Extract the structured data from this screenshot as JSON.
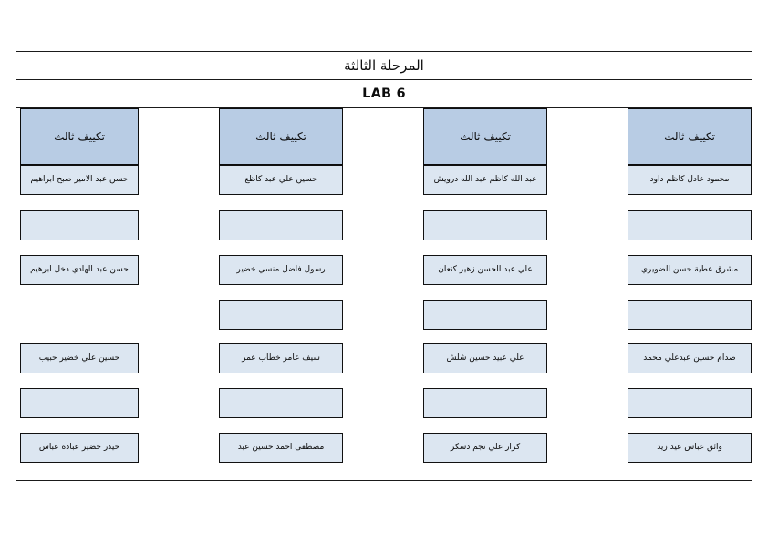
{
  "document": {
    "stage_title": "المرحلة الثالثة",
    "lab_title": "LAB 6"
  },
  "colors": {
    "header_fill": "#b8cce4",
    "cell_fill": "#dce6f1",
    "border": "#111111",
    "page_background": "#ffffff",
    "text": "#0a0a0a"
  },
  "columns": [
    {
      "header": "تكييف ثالث",
      "cells": [
        "محمود عادل كاظم داود",
        "",
        "مشرق عطية حسن الضويري",
        "",
        "صدام حسين عبدعلي محمد",
        "",
        "وائق عباس عيد زيد"
      ]
    },
    {
      "header": "تكييف ثالث",
      "cells": [
        "عبد الله كاظم عبد الله درويش",
        "",
        "علي عبد الحسن زهير كنعان",
        "",
        "علي عبيد حسين شلش",
        "",
        "كرار علي نجم دسكر"
      ]
    },
    {
      "header": "تكييف ثالث",
      "cells": [
        "حسين علي عبد كاظع",
        "",
        "رسول فاضل منسي خضير",
        "",
        "سيف عامر خطاب عمر",
        "",
        "مصطفى احمد حسين عبد"
      ]
    },
    {
      "header": "تكييف ثالث",
      "cells": [
        "حسن عبد الامير صبح ابراهيم",
        "",
        "حسن عبد الهادي دخل ابرهيم",
        null,
        "حسين علي خضير حبيب",
        "",
        "حيدر خضير عباده عباس"
      ]
    }
  ]
}
